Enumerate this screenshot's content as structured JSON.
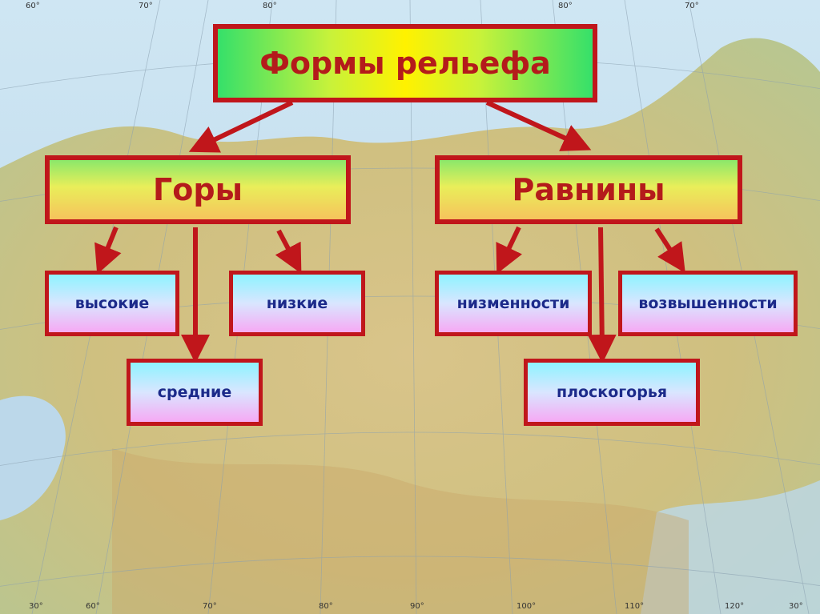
{
  "diagram": {
    "title": "Формы рельефа",
    "categories": {
      "mountains": {
        "label": "Горы",
        "children": [
          "высокие",
          "низкие",
          "средние"
        ]
      },
      "plains": {
        "label": "Равнины",
        "children": [
          "низменности",
          "возвышенности",
          "плоскогорья"
        ]
      }
    }
  },
  "map_labels": {
    "top": [
      "60°",
      "70°",
      "80°",
      "80°",
      "70°"
    ],
    "bottom": [
      "30°",
      "60°",
      "70°",
      "80°",
      "90°",
      "100°",
      "110°",
      "120°",
      "30°"
    ]
  },
  "colors": {
    "border": "#c0161b",
    "arrow": "#c0161b",
    "title_text": "#b41b1b",
    "leaf_text": "#1c2a8a"
  }
}
